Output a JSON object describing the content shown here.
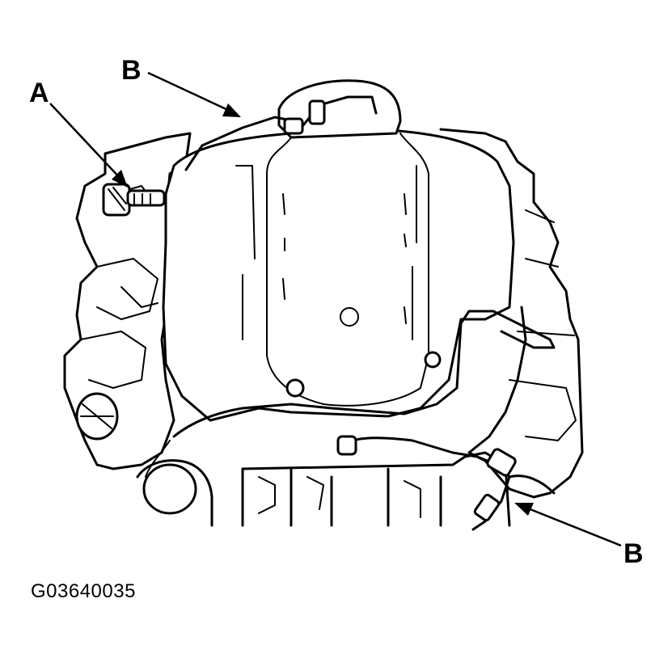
{
  "diagram": {
    "callouts": {
      "a": "A",
      "b_top": "B",
      "b_bottom": "B"
    },
    "figure_code": "G03640035"
  }
}
